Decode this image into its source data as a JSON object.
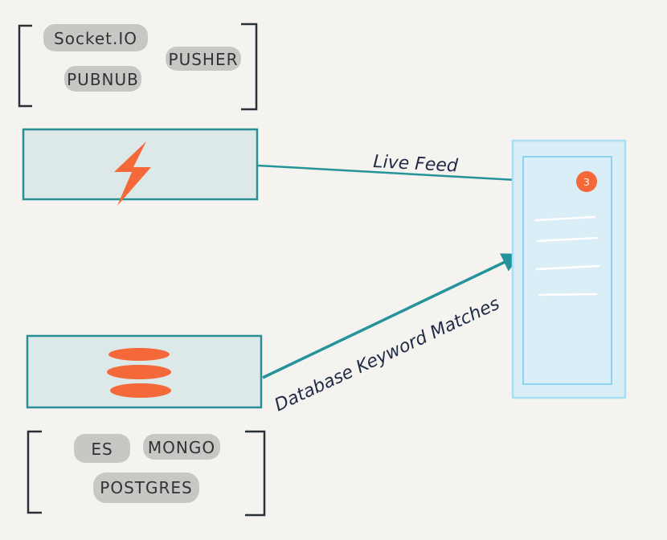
{
  "colors": {
    "background": "#f4f3f0",
    "box_fill": "#dce9e8",
    "box_stroke": "#2a8f95",
    "accent": "#f4683a",
    "arrow": "#25939a",
    "bracket": "#2b2f3a",
    "device_outer": "#a9dff5",
    "device_inner_stroke": "#8dd3f0",
    "device_fill": "#d9eef6",
    "tag_fill": "#c9c7c3"
  },
  "icons": {
    "realtime_icon": "lightning-bolt-icon",
    "database_icon": "stacked-disks-icon"
  },
  "realtime_providers": [
    "Socket.IO",
    "PUBNUB",
    "PUSHER"
  ],
  "databases": [
    "ES",
    "MONGO",
    "POSTGRES"
  ],
  "arrows": {
    "live_feed": "Live Feed",
    "keyword_matches": "Database Keyword Matches"
  },
  "device": {
    "badge": "3"
  }
}
